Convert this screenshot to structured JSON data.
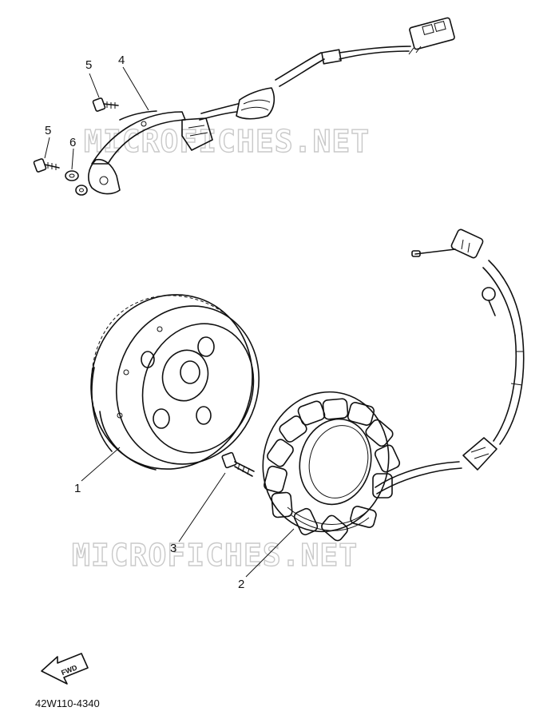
{
  "watermarks": [
    "MICROFICHES.NET",
    "MICROFICHES.NET"
  ],
  "callouts": {
    "flywheel": "1",
    "stator": "2",
    "stator_bolt": "3",
    "pickup_coil": "4",
    "screw_upper": "5",
    "screw_lower": "5",
    "washer": "6"
  },
  "fwd_label": "FWD",
  "diagram_code": "42W110-4340"
}
